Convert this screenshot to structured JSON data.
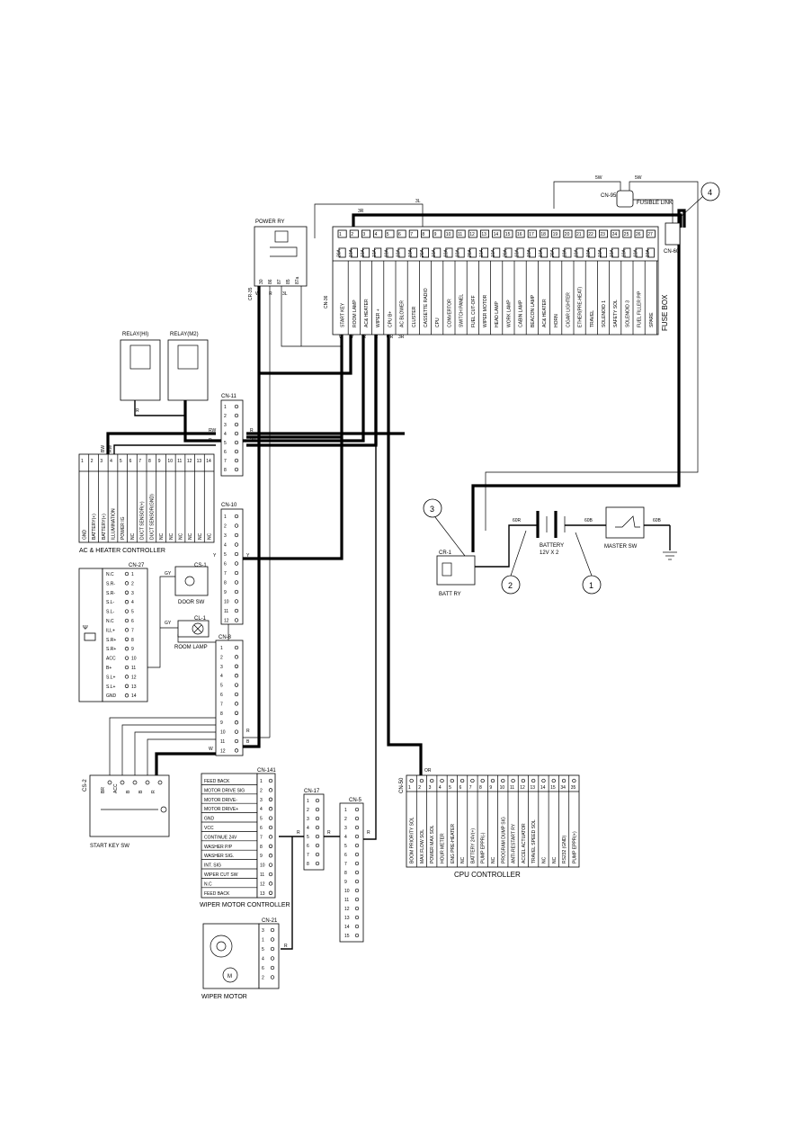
{
  "fuse_box": {
    "title": "FUSE BOX",
    "connector": "CN-36",
    "ratings": [
      "20A",
      "10A",
      "10A",
      "10A",
      "10A",
      "10A",
      "10A",
      "20A",
      "10A",
      "10A",
      "10A",
      "20A",
      "10A",
      "10A",
      "20A",
      "10A",
      "10A",
      "10A",
      "20A",
      "10A",
      "10A",
      "10A",
      "10A",
      "10A",
      "10A",
      "10A",
      "10A"
    ],
    "labels": [
      "START KEY",
      "ROOM LAMP",
      "AC& HEATER",
      "WIPER +",
      "CPU B+",
      "AC BLOWER",
      "CLUSTER",
      "CASSETTE RADIO",
      "CPU",
      "CONVERTOR",
      "SWITCH PANEL",
      "FUEL CUT-OFF",
      "WIPER MOTOR",
      "HEAD LAMP",
      "WORK LAMP",
      "CABIN LAMP",
      "BEACON LAMP",
      "AC& HEATER",
      "HORN",
      "CIGAR LIGHTER",
      "ETHER(PRE-HEAT)",
      "TRAVEL",
      "SOLENOID 1",
      "SAFETY SOL",
      "SOLENOID 3",
      "FUEL FILLER P/P",
      "SPARE"
    ],
    "wire_colors": [
      "W",
      "Y",
      "R",
      "R",
      "OR",
      "3R"
    ]
  },
  "fusible_link": {
    "label": "FUSIBLE LINK",
    "connector": "CN-95",
    "wire_left": "5W",
    "wire_right": "5W"
  },
  "cn60": {
    "label": "CN-60"
  },
  "power_ry": {
    "label": "POWER RY",
    "connector": "CR-35",
    "pins": [
      "30",
      "86",
      "87",
      "85",
      "87a"
    ],
    "wire_colors": [
      "W",
      "R",
      "3L"
    ]
  },
  "top_wires": {
    "w3l": "3L",
    "w3r": "3R"
  },
  "relays": [
    {
      "label": "RELAY(HI)"
    },
    {
      "label": "RELAY(M2)"
    }
  ],
  "relay_wire": "R",
  "cn11": {
    "label": "CN-11",
    "pins": [
      "1",
      "2",
      "3",
      "4",
      "5",
      "6",
      "7",
      "8"
    ],
    "wires": [
      "RW",
      "R",
      "2R",
      "R"
    ]
  },
  "ac_controller": {
    "title": "AC & HEATER CONTROLLER",
    "pins": [
      "1",
      "2",
      "3",
      "4",
      "5",
      "6",
      "7",
      "8",
      "9",
      "10",
      "11",
      "12",
      "13",
      "14"
    ],
    "labels": [
      "GND",
      "BATTERY(+)",
      "BATTERY(+)",
      "ILLUMINATION",
      "POWER IG",
      "NC",
      "DUCT SENSOR(+)",
      "DUCT SENSOR(GND)",
      "NC",
      "NC",
      "NC",
      "NC",
      "NC",
      "NC"
    ],
    "wires": [
      "BW",
      "RW"
    ]
  },
  "cn10": {
    "label": "CN-10",
    "pins": [
      "1",
      "2",
      "3",
      "4",
      "5",
      "6",
      "7",
      "8",
      "9",
      "10",
      "11",
      "12"
    ],
    "wire": "Y"
  },
  "cs1": {
    "label": "CS-1",
    "name": "DOOR SW",
    "wire": "GY"
  },
  "cl1": {
    "label": "CL-1",
    "name": "ROOM LAMP",
    "wire": "GY"
  },
  "cn27": {
    "label": "CN-27",
    "rows": [
      [
        "N.C",
        "1"
      ],
      [
        "S.R-",
        "2"
      ],
      [
        "S.R-",
        "3"
      ],
      [
        "S.L-",
        "4"
      ],
      [
        "S.L-",
        "5"
      ],
      [
        "N.C",
        "6"
      ],
      [
        "ILL+",
        "7"
      ],
      [
        "S.R+",
        "8"
      ],
      [
        "S.R+",
        "9"
      ],
      [
        "ACC",
        "10"
      ],
      [
        "B+",
        "11"
      ],
      [
        "S.L+",
        "12"
      ],
      [
        "S.L+",
        "13"
      ],
      [
        "GND",
        "14"
      ]
    ]
  },
  "cn8": {
    "label": "CN-8",
    "pins": [
      "1",
      "2",
      "3",
      "4",
      "5",
      "6",
      "7",
      "8",
      "9",
      "10",
      "11",
      "12"
    ],
    "wires": [
      "R",
      "B",
      "W"
    ]
  },
  "cs2": {
    "label": "CS-2",
    "name": "START KEY SW",
    "pins": [
      "BR",
      "ACC",
      "B",
      "B",
      "R"
    ]
  },
  "cn141": {
    "label": "CN-141",
    "title": "WIPER MOTOR CONTROLLER",
    "rows": [
      [
        "FEED BACK",
        "1"
      ],
      [
        "MOTOR DRIVE SIG",
        "2"
      ],
      [
        "MOTOR DRIVE-",
        "3"
      ],
      [
        "MOTOR DRIVE+",
        "4"
      ],
      [
        "GND",
        "5"
      ],
      [
        "VCC",
        "6"
      ],
      [
        "CONTINUE 24V",
        "7"
      ],
      [
        "WASHER P/P",
        "8"
      ],
      [
        "WASHER SIG.",
        "9"
      ],
      [
        "INT. SIG",
        "10"
      ],
      [
        "WIPER CUT SW",
        "11"
      ],
      [
        "N.C",
        "12"
      ],
      [
        "FEED BACK",
        "13"
      ]
    ]
  },
  "cn17": {
    "label": "CN-17",
    "pins": [
      "1",
      "2",
      "3",
      "4",
      "5",
      "6",
      "7",
      "8"
    ],
    "wire": "R"
  },
  "cn5": {
    "label": "CN-5",
    "pins": [
      "1",
      "2",
      "3",
      "4",
      "5",
      "6",
      "7",
      "8",
      "9",
      "10",
      "11",
      "12",
      "13",
      "14",
      "15"
    ],
    "wire": "R"
  },
  "cn21": {
    "label": "CN-21",
    "title": "WIPER MOTOR",
    "pins": [
      "3",
      "1",
      "5",
      "4",
      "6",
      "2"
    ],
    "wire": "R"
  },
  "cpu": {
    "title": "CPU CONTROLLER",
    "connector": "CN-50",
    "wire": "OR",
    "pins": [
      "1",
      "2",
      "3",
      "4",
      "5",
      "6",
      "7",
      "8",
      "9",
      "10",
      "11",
      "12",
      "13",
      "14",
      "15",
      "34",
      "35"
    ],
    "labels": [
      "BOOM PRIORITY SOL",
      "MAX FLOW SOL",
      "POWER MAX SOL",
      "HOUR METER",
      "ENG PRE-HEATER",
      "NC",
      "BATTERY 24V(+)",
      "PUMP EPPR(-)",
      "NC",
      "PROGRAM DUMP SIG",
      "ANTI-RESTART RY",
      "ACCEL ACTUATOR",
      "TRAVEL SPEED SOL",
      "NC",
      "NC",
      "RS232 (GND)",
      "PUMP EPPR(+)"
    ]
  },
  "battery": {
    "label": "BATTERY",
    "spec": "12V X 2",
    "wire_left": "60R",
    "wire_right": "60B"
  },
  "master_sw": {
    "label": "MASTER SW",
    "wire": "60B"
  },
  "batt_ry": {
    "label": "BATT RY",
    "connector": "CR-1"
  },
  "callouts": [
    "1",
    "2",
    "3",
    "4"
  ]
}
